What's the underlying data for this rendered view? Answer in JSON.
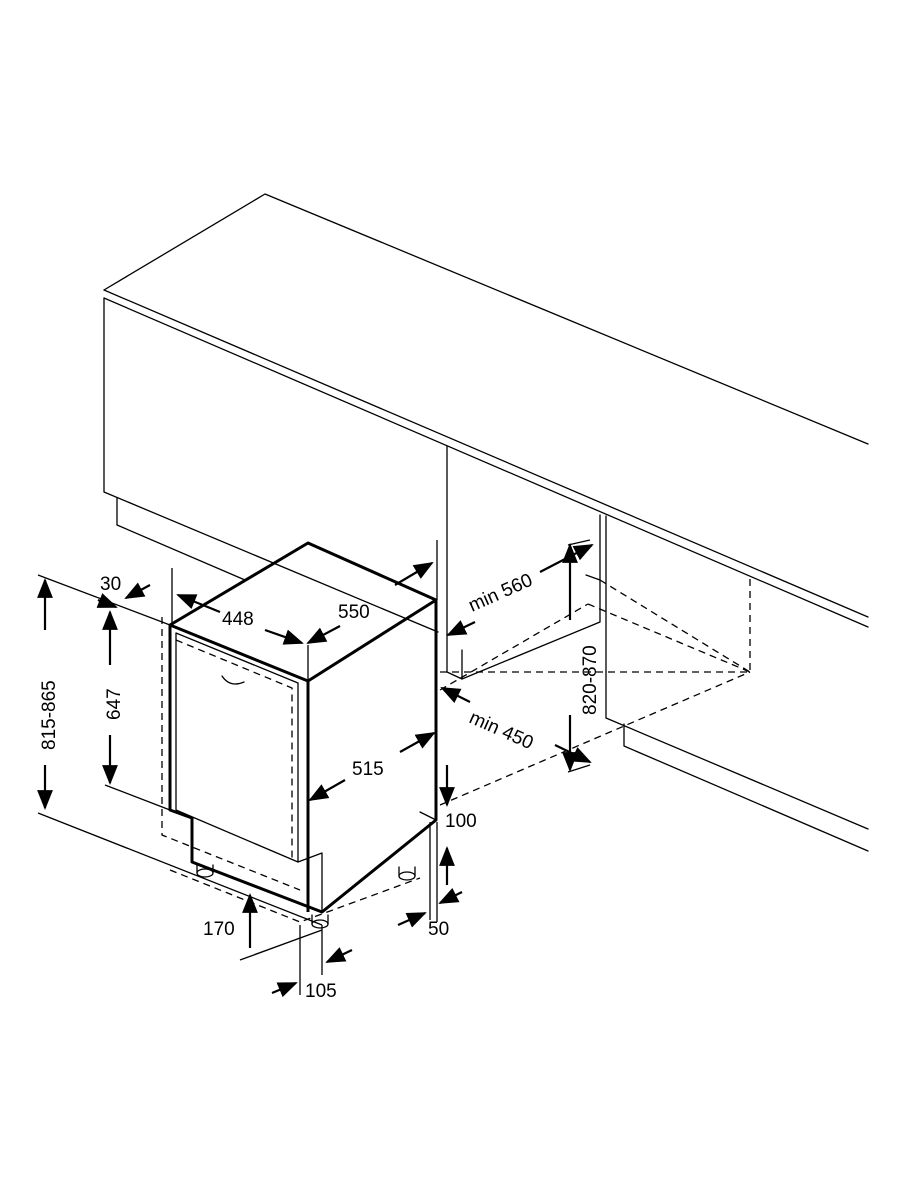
{
  "labels": {
    "d30": "30",
    "d448": "448",
    "d550": "550",
    "d_min560": "min 560",
    "d815_865": "815-865",
    "d647": "647",
    "d820_870": "820-870",
    "d_min450": "min 450",
    "d515": "515",
    "d100": "100",
    "d170": "170",
    "d50": "50",
    "d105": "105"
  },
  "colors": {
    "line": "#000000",
    "background": "#ffffff"
  }
}
